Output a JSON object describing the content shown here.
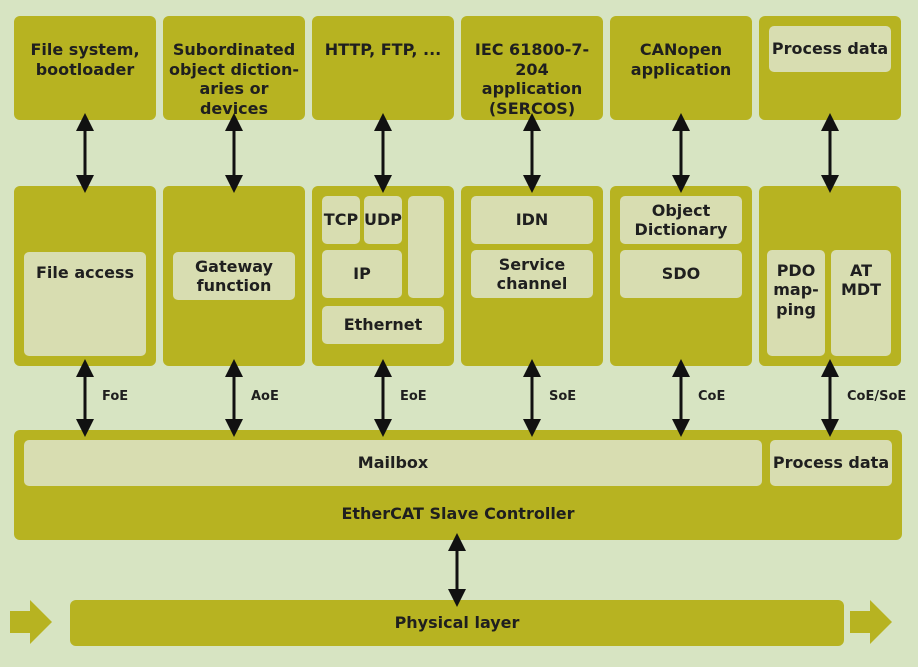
{
  "top_row": {
    "file_system": "File system,\nbootloader",
    "subordinated": "Subordinated\nobject diction-\naries or devices",
    "http_ftp": "HTTP, FTP, ...",
    "iec": "IEC 61800-7-204\napplication\n(SERCOS)",
    "canopen": "CANopen\napplication",
    "process_data": "Process data"
  },
  "middle_row": {
    "file_access": "File access",
    "gateway_function": "Gateway\nfunction",
    "tcp": "TCP",
    "udp": "UDP",
    "ip": "IP",
    "ethernet": "Ethernet",
    "idn": "IDN",
    "service_channel": "Service\nchannel",
    "object_dictionary": "Object\nDictionary",
    "sdo": "SDO",
    "pdo_mapping": "PDO\nmap-\nping",
    "at_mdt": "AT\nMDT"
  },
  "protocols": {
    "foe": "FoE",
    "aoe": "AoE",
    "eoe": "EoE",
    "soe": "SoE",
    "coe": "CoE",
    "coe_soe": "CoE/SoE"
  },
  "esc": {
    "mailbox": "Mailbox",
    "process_data": "Process data",
    "controller": "EtherCAT Slave Controller"
  },
  "physical_layer": "Physical layer",
  "colors": {
    "background": "#d7e4c2",
    "block": "#b7b321",
    "inner": "#d8ddb1",
    "arrow": "#111111"
  }
}
